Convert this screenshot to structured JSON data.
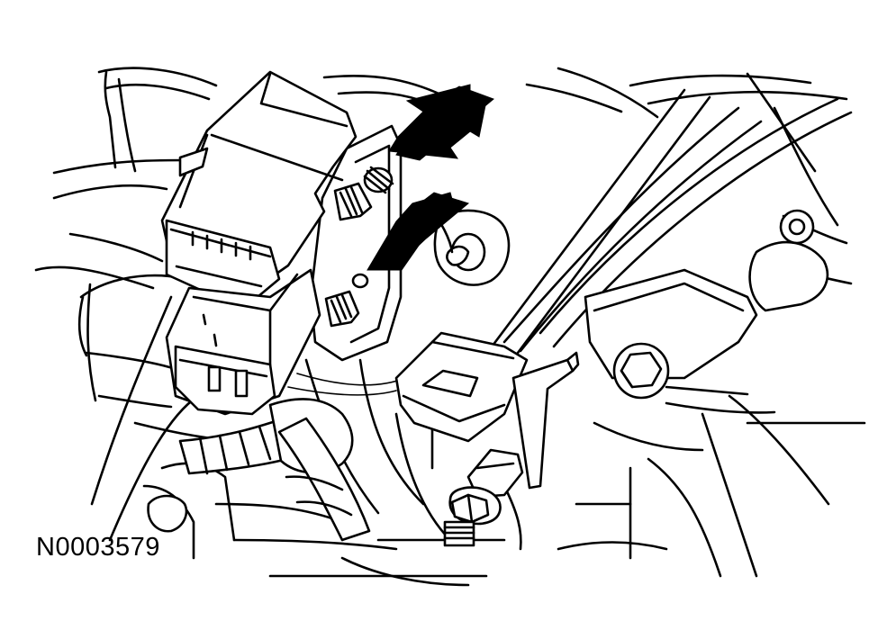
{
  "figure": {
    "id_label": "N0003579",
    "line_color": "#000000",
    "background": "#ffffff"
  },
  "callouts": [
    {
      "name": "upper-pointer-arrow",
      "icon": "arrow-down-left-icon"
    },
    {
      "name": "lower-pointer-arrow",
      "icon": "arrow-down-left-icon"
    }
  ]
}
